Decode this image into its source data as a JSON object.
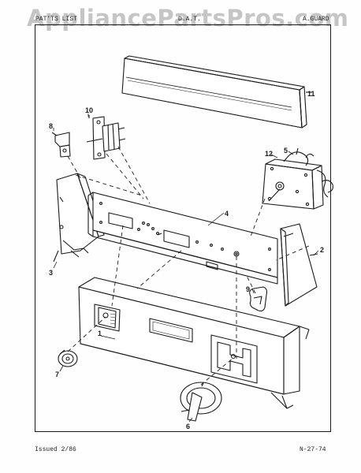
{
  "watermark": "AppliancePartsPros.com",
  "header": {
    "left": "PAT'TS LIST",
    "middle": "D.A.T.",
    "right": "A.GUARD"
  },
  "footer": {
    "issued": "Issued 2/86",
    "code": "N-27-74"
  },
  "callouts": [
    "11",
    "10",
    "8",
    "12",
    "5",
    "4",
    "3",
    "2",
    "9",
    "1",
    "7",
    "6"
  ]
}
